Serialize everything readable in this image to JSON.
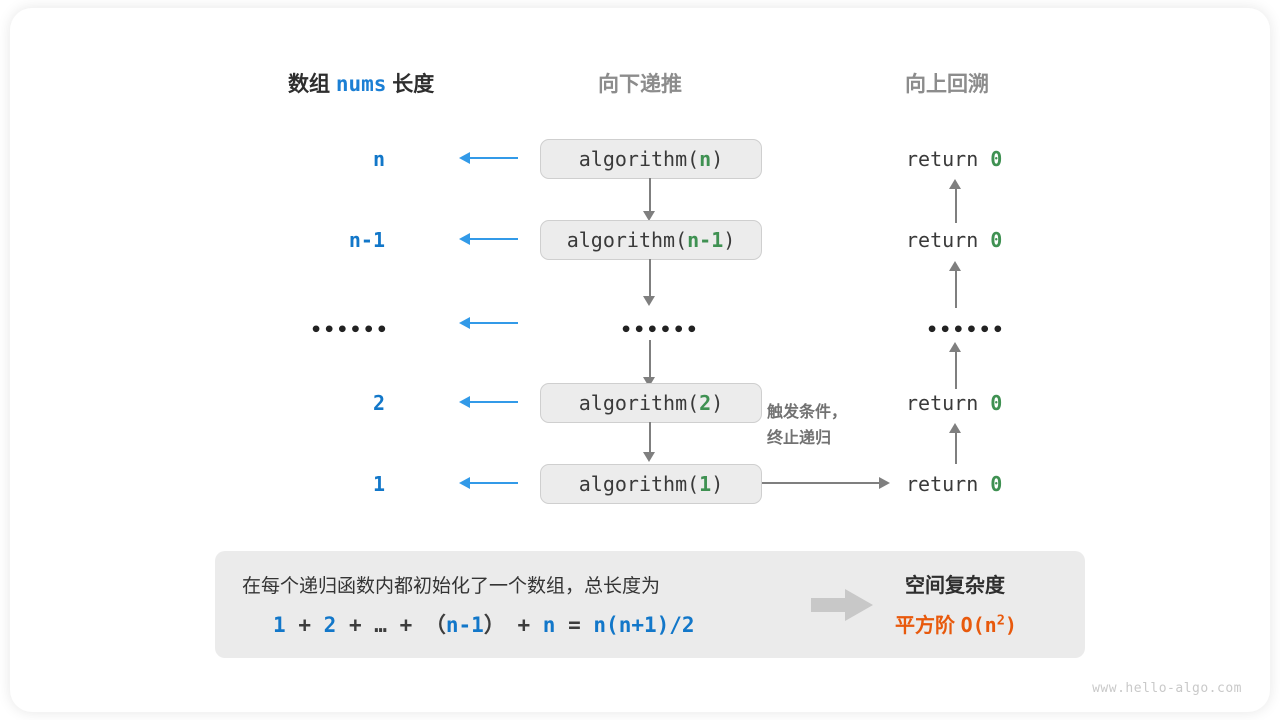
{
  "watermark": "www.hello-algo.com",
  "headers": {
    "left_prefix": "数组",
    "left_code": "nums",
    "left_suffix": "长度",
    "middle": "向下递推",
    "right": "向上回溯"
  },
  "rows": [
    {
      "length": "n",
      "call_prefix": "algorithm(",
      "call_arg": "n",
      "call_suffix": ")",
      "return_text": "return",
      "return_value": "0"
    },
    {
      "length": "n-1",
      "call_prefix": "algorithm(",
      "call_arg": "n-1",
      "call_suffix": ")",
      "return_text": "return",
      "return_value": "0"
    },
    {
      "length": "••••••",
      "call_prefix": "••••••",
      "call_arg": "",
      "call_suffix": "",
      "return_text": "••••••",
      "return_value": ""
    },
    {
      "length": "2",
      "call_prefix": "algorithm(",
      "call_arg": "2",
      "call_suffix": ")",
      "return_text": "return",
      "return_value": "0"
    },
    {
      "length": "1",
      "call_prefix": "algorithm(",
      "call_arg": "1",
      "call_suffix": ")",
      "return_text": "return",
      "return_value": "0"
    }
  ],
  "note": {
    "line1": "触发条件，",
    "line2": "终止递归"
  },
  "summary": {
    "description": "在每个递归函数内都初始化了一个数组，总长度为",
    "formula": {
      "t1": "1",
      "op1": "+",
      "t2": "2",
      "op2": "+",
      "t3": "…",
      "op3": "+",
      "p_open": "（",
      "t4": "n-1",
      "p_close": "）",
      "op4": "+",
      "t5": "n",
      "eq": "=",
      "result": "n(n+1)/2"
    },
    "title": "空间复杂度",
    "value_label": "平方阶",
    "value_code": "O(n",
    "value_exp": "2",
    "value_code_end": ")"
  },
  "colors": {
    "blue": "#1277c9",
    "green": "#3f9152",
    "orange": "#e8590c",
    "gray": "#7f7f7f",
    "box_fill": "#ececec"
  }
}
